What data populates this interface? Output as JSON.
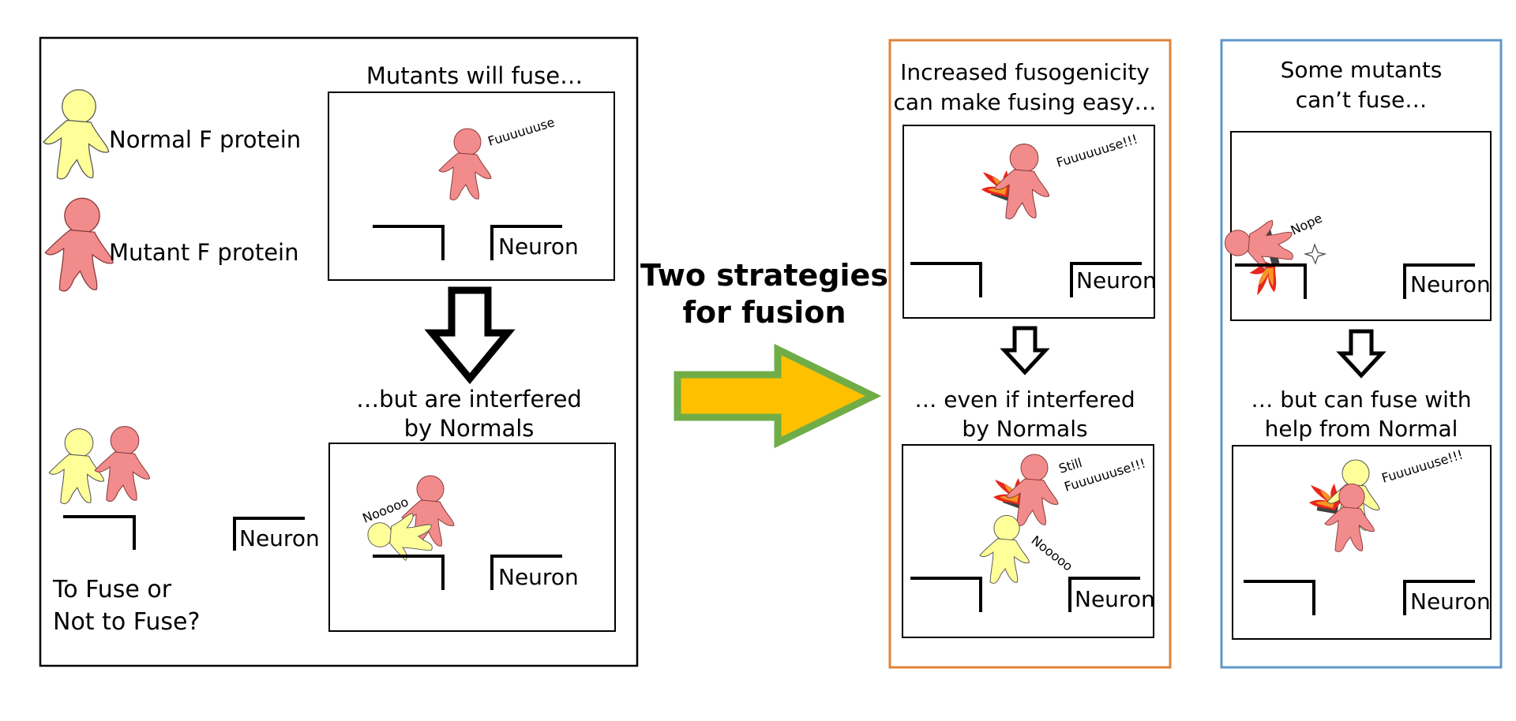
{
  "colors": {
    "normal_protein": "#ffff99",
    "mutant_protein": "#f28b8b",
    "orange_frame": "#e0833a",
    "blue_frame": "#5f97c9",
    "arrow_fill": "#ffc000",
    "arrow_border": "#70ad47",
    "flame_red": "#e8261c",
    "flame_orange": "#f79622",
    "torch": "#404040"
  },
  "left_panel": {
    "legend": {
      "normal": "Normal F protein",
      "mutant": "Mutant F protein"
    },
    "question_line1": "To Fuse or",
    "question_line2": "Not to Fuse?",
    "neuron_label": "Neuron",
    "top_caption": "Mutants will fuse…",
    "top_scene": {
      "speech": "Fuuuuuuse",
      "neuron": "Neuron"
    },
    "bottom_caption_line1": "…but are interfered",
    "bottom_caption_line2": "by Normals",
    "bottom_scene": {
      "speech": "Nooooo",
      "neuron": "Neuron"
    }
  },
  "middle": {
    "title_line1": "Two strategies",
    "title_line2": "for fusion"
  },
  "orange_panel": {
    "top_caption_line1": "Increased fusogenicity",
    "top_caption_line2": "can make fusing easy…",
    "top_scene": {
      "speech": "Fuuuuuuse!!!",
      "neuron": "Neuron"
    },
    "bottom_caption_line1": "… even if interfered",
    "bottom_caption_line2": "by Normals",
    "bottom_scene": {
      "speech_still": "Still",
      "speech": "Fuuuuuuse!!!",
      "speech_normal": "Nooooo",
      "neuron": "Neuron"
    }
  },
  "blue_panel": {
    "top_caption_line1": "Some mutants",
    "top_caption_line2": "can’t fuse…",
    "top_scene": {
      "speech": "Nope",
      "neuron": "Neuron"
    },
    "bottom_caption_line1": "… but can fuse with",
    "bottom_caption_line2": "help from Normal",
    "bottom_scene": {
      "speech": "Fuuuuuuse!!!",
      "neuron": "Neuron"
    }
  }
}
